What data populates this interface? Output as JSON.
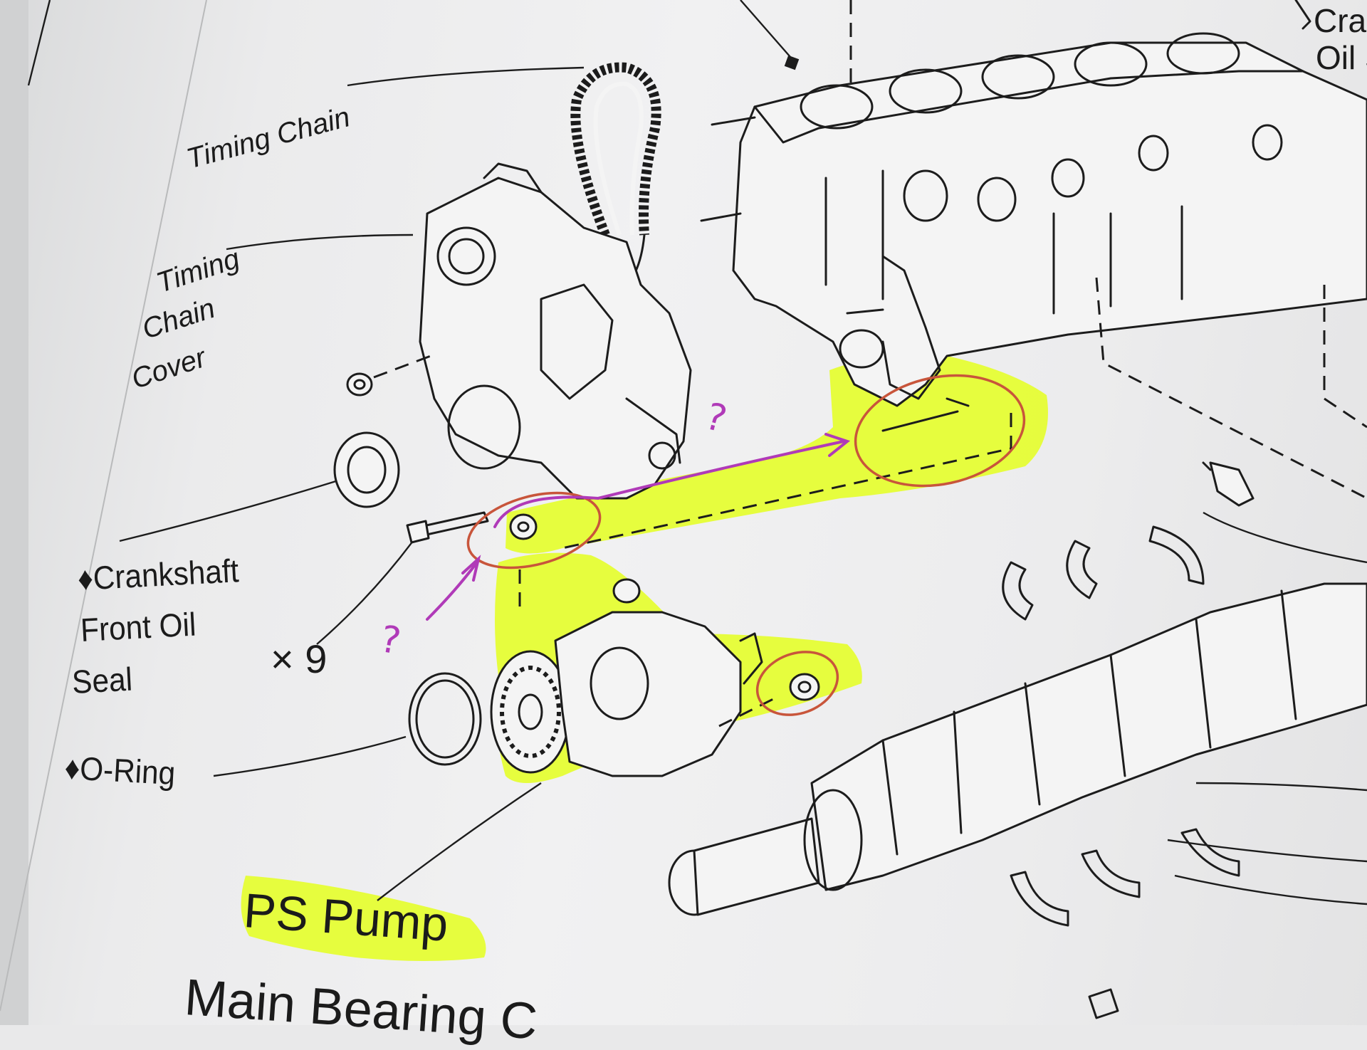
{
  "labels": {
    "timing_chain": "Timing Chain",
    "timing_chain_cover_1": "Timing",
    "timing_chain_cover_2": "Chain",
    "timing_chain_cover_3": "Cover",
    "crankshaft_seal_1": "Crankshaft",
    "crankshaft_seal_2": "Front Oil",
    "crankshaft_seal_3": "Seal",
    "bolt_count": "× 9",
    "o_ring": "O-Ring",
    "ps_pump": "PS Pump",
    "main_bearing": "Main Bearing C",
    "corner_top_1": "Cra",
    "corner_top_2": "Oil S"
  },
  "symbols": {
    "diamond": "♦"
  },
  "annotations": {
    "question_mark": "?",
    "highlight_color": "#e6ff28",
    "circle_color": "#c8553b",
    "arrow_color": "#b03ab8"
  }
}
